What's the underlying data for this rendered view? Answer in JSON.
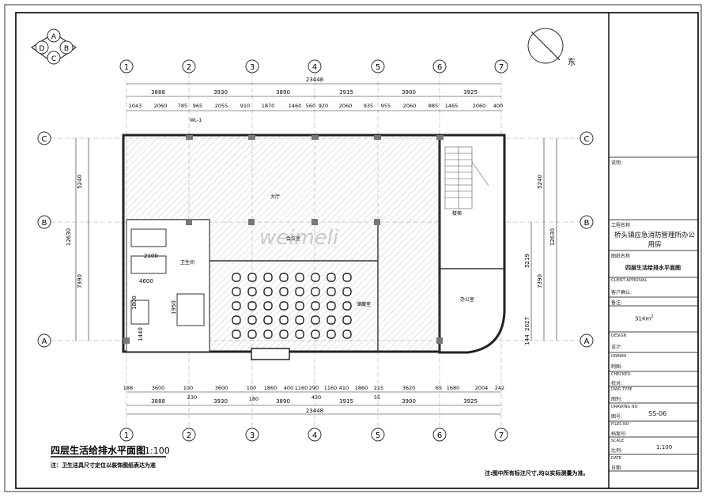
{
  "compass": {
    "A": "A",
    "B": "B",
    "C": "C",
    "D": "D",
    "east_label": "东"
  },
  "axes": {
    "numbers": [
      "1",
      "2",
      "3",
      "4",
      "5",
      "6",
      "7"
    ],
    "letters": [
      "C",
      "B",
      "A"
    ]
  },
  "dimensions": {
    "top_total": "23448",
    "top_spans": [
      "3888",
      "3930",
      "3890",
      "3915",
      "3900",
      "3925"
    ],
    "top_detail": [
      "1043",
      "2060",
      "785",
      "965",
      "2055",
      "910",
      "1870",
      "1460",
      "560",
      "920",
      "2060",
      "935",
      "955",
      "2060",
      "885",
      "1465",
      "2060",
      "400"
    ],
    "bottom_detail_upper": [
      "188",
      "3600",
      "100",
      "3600",
      "100",
      "1860",
      "400",
      "1160",
      "290",
      "1160",
      "410",
      "1860",
      "215",
      "3620",
      "65",
      "1680",
      "2004",
      "242"
    ],
    "bottom_detail_lower": [
      "230",
      "180",
      "430",
      "55"
    ],
    "bottom_spans": [
      "3888",
      "3930",
      "3890",
      "3915",
      "3900",
      "3925"
    ],
    "bottom_total": "23448",
    "left": [
      "5240",
      "12630",
      "7390"
    ],
    "right": [
      "5240",
      "12630",
      "5219",
      "7390",
      "2027",
      "144"
    ]
  },
  "rooms": {
    "wl_label": "WL-1",
    "hall": "大厅",
    "meeting": "会议室",
    "stair": "楼梯",
    "toilet": "卫生间",
    "storage": "储藏室",
    "office": "办公室",
    "dim_2100": "2100",
    "dim_4600": "4600",
    "dim_1800": "1800",
    "dim_1950": "1950",
    "dim_1440": "1440",
    "watermark": "weimeli"
  },
  "drawing": {
    "title": "四层生活给排水平面图",
    "scale": "1:100",
    "note_left": "注：卫生洁具尺寸定位以装饰图纸表达为准",
    "note_right": "注:图中所有标注尺寸,均以实际测量为准。"
  },
  "title_block": {
    "remarks_label": "说明:",
    "project_label": "工程名称",
    "project_name": "桥头镇应急消防管理所办公用房",
    "drawing_name_label": "图纸名称",
    "drawing_name": "四层生活给排水平面图",
    "client_label_en": "CLIENT APPROVAL",
    "client_label": "客户确认:",
    "note_label": "备注:",
    "area": "314m",
    "area_sup": "2",
    "design_en": "DESIGN",
    "design": "设计:",
    "drawn_en": "DRAWN",
    "drawn": "制图:",
    "checked_en": "CHECKED",
    "checked": "校对:",
    "dwg_type_en": "DWG TYPE",
    "dwg_type": "图别:",
    "drawing_no_en": "DRAWING NO",
    "drawing_no": "图号:",
    "drawing_no_value": "SS-06",
    "files_no_en": "FILES NO",
    "files_no": "档案号:",
    "scale_en": "SCALE",
    "scale": "比例:",
    "scale_value": "1:100",
    "date_en": "DATE",
    "date": "日期:"
  }
}
